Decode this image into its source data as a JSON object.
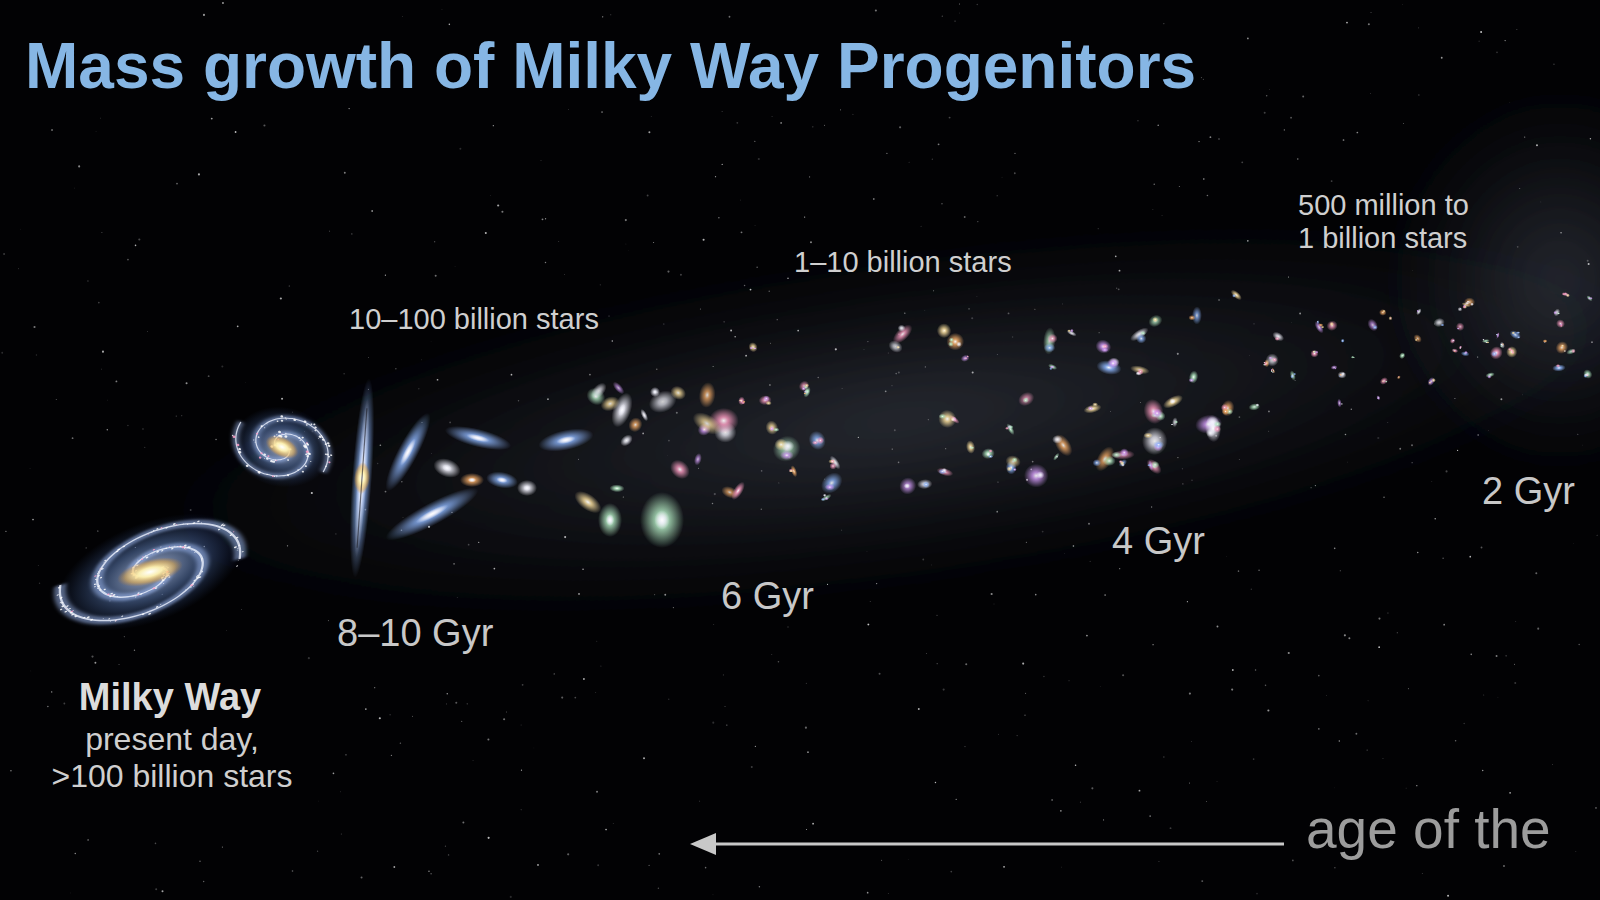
{
  "diagram": {
    "title": "Mass growth of Milky Way Progenitors",
    "labels": [
      "Milky Way",
      "present day, >100 billion stars",
      "10–100 billion stars",
      "8–10 Gyr",
      "1–10 billion stars",
      "6 Gyr",
      "500 million to 1 billion stars",
      "4 Gyr",
      "2 Gyr",
      "age of the"
    ]
  }
}
